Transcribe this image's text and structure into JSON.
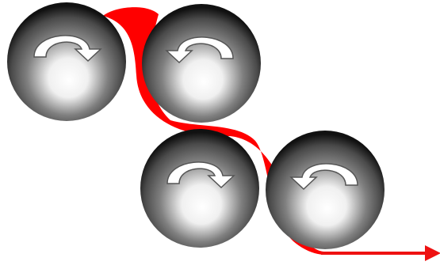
{
  "diagram": {
    "colors": {
      "background": "#ffffff",
      "material_strip": "#ff0000",
      "output_arrow": "#ee1111",
      "roller_shadow": "#111111",
      "roller_mid": "#808080",
      "roller_highlight": "#ffffff",
      "rotation_arrow_fill": "#ffffff",
      "rotation_arrow_outline": "#555555"
    },
    "rollers": [
      {
        "id": "top-left",
        "rotation": "clockwise",
        "icon": "rotate-clockwise-arrow-icon"
      },
      {
        "id": "top-right",
        "rotation": "counterclockwise",
        "icon": "rotate-counterclockwise-arrow-icon"
      },
      {
        "id": "bottom-left",
        "rotation": "clockwise",
        "icon": "rotate-clockwise-arrow-icon"
      },
      {
        "id": "bottom-right",
        "rotation": "counterclockwise",
        "icon": "rotate-counterclockwise-arrow-icon"
      }
    ],
    "material_path_icon": "s-shaped-strip",
    "output_direction_icon": "arrow-right-icon"
  }
}
